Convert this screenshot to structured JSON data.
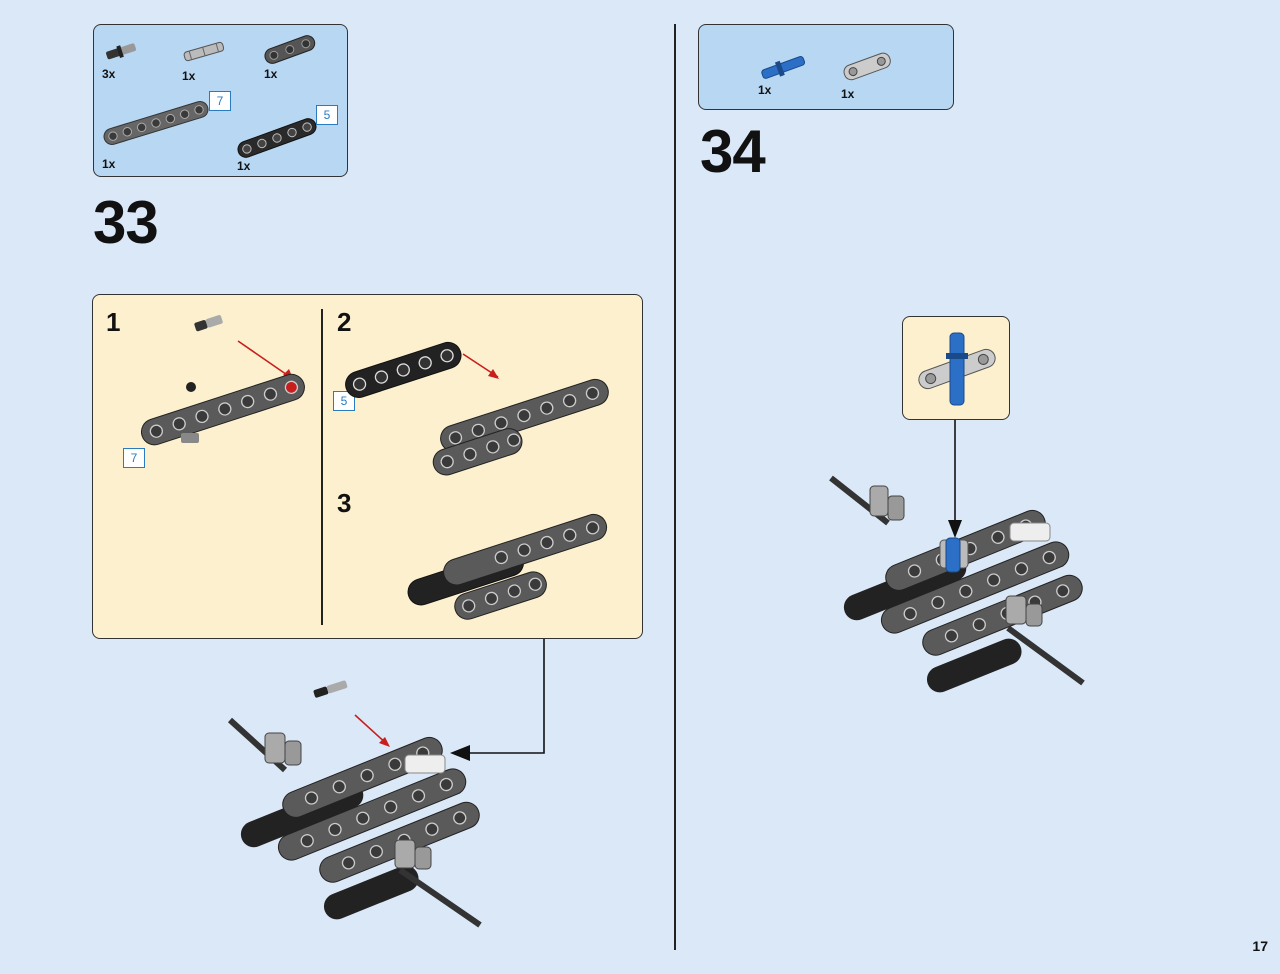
{
  "page": {
    "number": "17"
  },
  "step33": {
    "number": "33",
    "parts": [
      {
        "name": "axle-pin",
        "qty": "3x"
      },
      {
        "name": "axle-connector",
        "qty": "1x"
      },
      {
        "name": "beam-3",
        "qty": "1x"
      },
      {
        "name": "beam-7",
        "qty": "1x",
        "length": "7"
      },
      {
        "name": "beam-5",
        "qty": "1x",
        "length": "5"
      }
    ],
    "substeps": [
      {
        "number": "1",
        "callout_length": "7"
      },
      {
        "number": "2",
        "callout_length": "5"
      },
      {
        "number": "3"
      }
    ]
  },
  "step34": {
    "number": "34",
    "parts": [
      {
        "name": "blue-axle-pin",
        "qty": "1x"
      },
      {
        "name": "perpendicular-connector",
        "qty": "1x"
      }
    ]
  },
  "colors": {
    "background": "#dbe8f8",
    "parts_box": "#b8d7f2",
    "subassembly_box": "#fdf0cf",
    "beam_dark": "#555555",
    "beam_black": "#222222",
    "accent_blue": "#2b6fc7",
    "arrow_red": "#c81e1e"
  }
}
